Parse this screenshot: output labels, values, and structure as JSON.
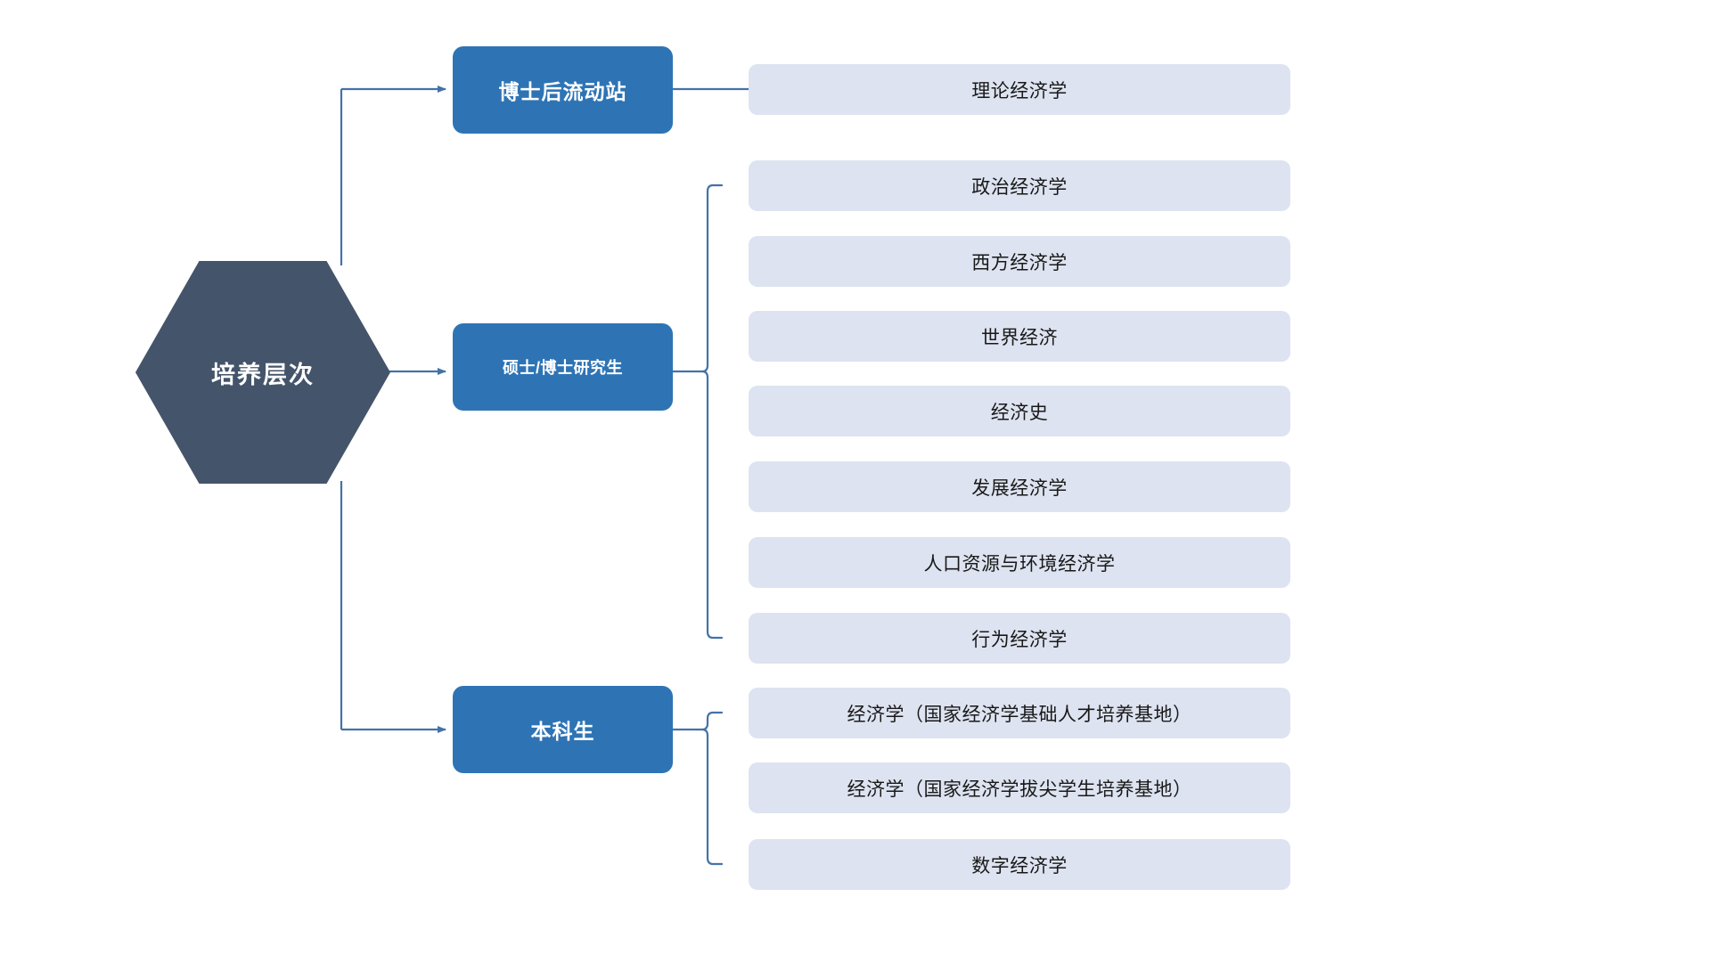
{
  "diagram": {
    "title": "培养层次",
    "root": {
      "label": "培养层次",
      "shape": "hexagon",
      "fill": "#44546a",
      "text_color": "#ffffff"
    },
    "colors": {
      "root_fill": "#44546a",
      "level_fill": "#2e74b5",
      "pill_fill": "#dde3f0",
      "connector": "#4472a8",
      "pill_text": "#191919",
      "level_text": "#ffffff",
      "background": "#ffffff"
    },
    "branches": [
      {
        "level_label": "博士后流动站",
        "connector_type": "line",
        "disciplines": [
          "理论经济学"
        ]
      },
      {
        "level_label": "硕士/博士研究生",
        "connector_type": "brace",
        "disciplines": [
          "政治经济学",
          "西方经济学",
          "世界经济",
          "经济史",
          "发展经济学",
          "人口资源与环境经济学",
          "行为经济学"
        ]
      },
      {
        "level_label": "本科生",
        "connector_type": "brace",
        "disciplines": [
          "经济学（国家经济学基础人才培养基地）",
          "经济学（国家经济学拔尖学生培养基地）",
          "数字经济学"
        ]
      }
    ]
  }
}
